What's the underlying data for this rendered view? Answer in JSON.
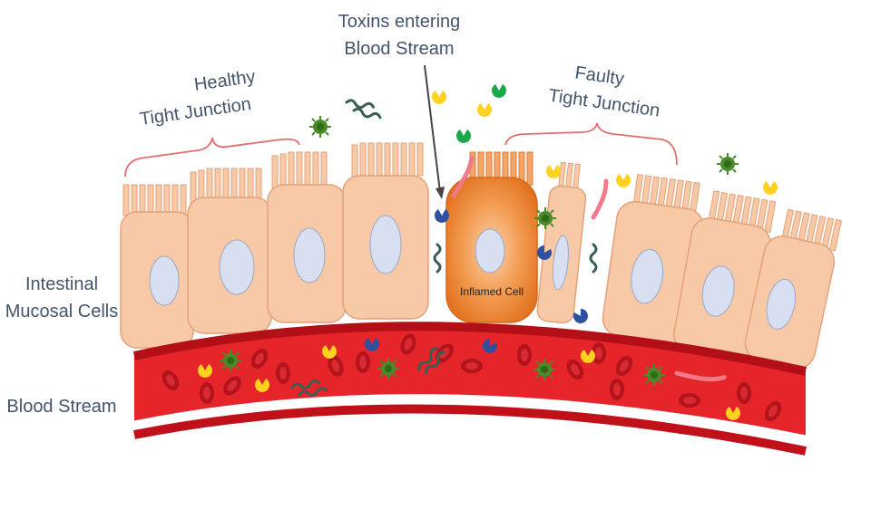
{
  "labels": {
    "healthy_line1": "Healthy",
    "healthy_line2": "Tight Junction",
    "toxins_line1": "Toxins entering",
    "toxins_line2": "Blood Stream",
    "faulty_line1": "Faulty",
    "faulty_line2": "Tight Junction",
    "mucosal_line1": "Intestinal",
    "mucosal_line2": "Mucosal Cells",
    "blood_stream": "Blood Stream",
    "inflamed_cell": "Inflamed Cell"
  },
  "colors": {
    "label_text": "#44546a",
    "cell_fill": "#f8c9a6",
    "cell_stroke": "#e3a27a",
    "nucleus_fill": "#d7dff0",
    "inflamed_fill": "#ef8a3c",
    "vessel_red": "#e5252a",
    "vessel_dark": "#c0111a",
    "bracket": "#e46c6c",
    "virus_green": "#4a8a2a",
    "toxin_yellow": "#ffd21f",
    "toxin_blue": "#2f4f9f",
    "toxin_green": "#1aa84a"
  },
  "icons": [
    "virus-icon",
    "bacteria-icon",
    "toxin-icon",
    "red-blood-cell-icon"
  ]
}
